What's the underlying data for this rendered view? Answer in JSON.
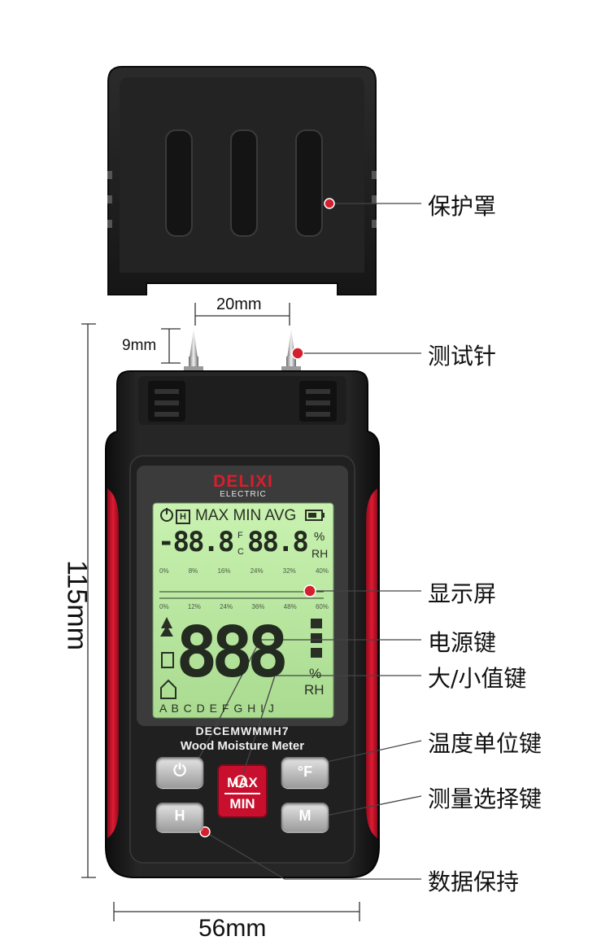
{
  "callouts": {
    "cover": "保护罩",
    "probe": "测试针",
    "display": "显示屏",
    "power": "电源键",
    "max_min": "大/小值键",
    "temp_unit": "温度单位键",
    "mode": "测量选择键",
    "hold": "数据保持"
  },
  "dimensions": {
    "probe_spacing": "20mm",
    "probe_length": "9mm",
    "height": "115mm",
    "width": "56mm"
  },
  "device": {
    "brand": "DELIXI",
    "brand_sub": "ELECTRIC",
    "model": "DECEMWMMH7",
    "product_name": "Wood Moisture Meter"
  },
  "lcd": {
    "top_indicators": "MAX MIN AVG",
    "temp_reading": "-88.8",
    "temp_unit_f": "F",
    "temp_unit_c": "C",
    "rh_reading": "88.8",
    "rh_unit_pct": "%",
    "rh_unit_rh": "RH",
    "scale_top": [
      "0%",
      "8%",
      "16%",
      "24%",
      "32%",
      "40%"
    ],
    "scale_bottom": [
      "0%",
      "12%",
      "24%",
      "36%",
      "48%",
      "60%"
    ],
    "main_reading": "888",
    "main_unit_pct": "%",
    "main_unit_rh": "RH",
    "material_letters": "A B C D E F G H I J",
    "hold_icon_letter": "H"
  },
  "buttons": {
    "temp_unit": "°F",
    "max_label": "MAX",
    "min_label": "MIN",
    "hold": "H",
    "mode": "M"
  },
  "colors": {
    "accent_red": "#c8102e",
    "device_body": "#1c1c1c",
    "lcd_green": "#b9e6a2",
    "callout_dot": "#d4202e"
  }
}
